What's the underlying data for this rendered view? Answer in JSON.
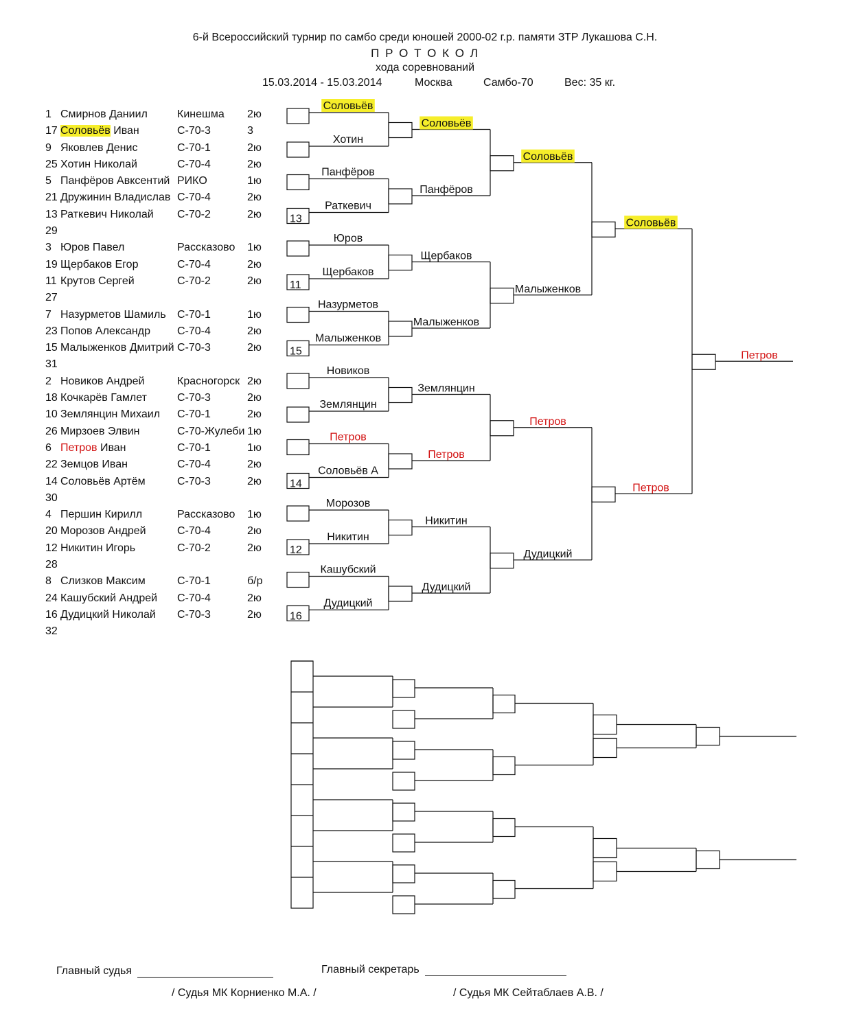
{
  "header": {
    "tournament": "6-й Всероссийский турнир по самбо среди юношей 2000-02 г.р. памяти ЗТР Лукашова С.Н.",
    "protocol": "П Р О Т О К О Л",
    "subtitle": "хода соревнований",
    "dates": "15.03.2014 - 15.03.2014",
    "city": "Москва",
    "club": "Самбо-70",
    "weight": "Вес: 35 кг."
  },
  "participants": [
    {
      "num": "1",
      "name": "Смирнов Даниил",
      "club": "Кинешма",
      "rank": "2ю"
    },
    {
      "num": "17",
      "name": "Соловьёв Иван",
      "name_hl": "Соловьёв",
      "name_rest": " Иван",
      "club": "С-70-3",
      "rank": "3"
    },
    {
      "num": "9",
      "name": "Яковлев Денис",
      "club": "С-70-1",
      "rank": "2ю"
    },
    {
      "num": "25",
      "name": "Хотин Николай",
      "club": "С-70-4",
      "rank": "2ю"
    },
    {
      "num": "5",
      "name": "Панфёров Авксентий",
      "club": "РИКО",
      "rank": "1ю"
    },
    {
      "num": "21",
      "name": "Дружинин Владислав",
      "club": "С-70-4",
      "rank": "2ю"
    },
    {
      "num": "13",
      "name": "Раткевич Николай",
      "club": "С-70-2",
      "rank": "2ю"
    },
    {
      "num": "29",
      "name": "",
      "club": "",
      "rank": ""
    },
    {
      "num": "3",
      "name": "Юров Павел",
      "club": "Рассказово",
      "rank": "1ю"
    },
    {
      "num": "19",
      "name": "Щербаков Егор",
      "club": "С-70-4",
      "rank": "2ю"
    },
    {
      "num": "11",
      "name": "Крутов Сергей",
      "club": "С-70-2",
      "rank": "2ю"
    },
    {
      "num": "27",
      "name": "",
      "club": "",
      "rank": ""
    },
    {
      "num": "7",
      "name": "Назурметов Шамиль",
      "club": "С-70-1",
      "rank": "1ю"
    },
    {
      "num": "23",
      "name": "Попов Александр",
      "club": "С-70-4",
      "rank": "2ю"
    },
    {
      "num": "15",
      "name": "Малыженков Дмитрий",
      "club": "С-70-3",
      "rank": "2ю"
    },
    {
      "num": "31",
      "name": "",
      "club": "",
      "rank": ""
    },
    {
      "num": "2",
      "name": "Новиков Андрей",
      "club": "Красногорск",
      "rank": "2ю"
    },
    {
      "num": "18",
      "name": "Кочкарёв Гамлет",
      "club": "С-70-3",
      "rank": "2ю"
    },
    {
      "num": "10",
      "name": "Землянцин Михаил",
      "club": "С-70-1",
      "rank": "2ю"
    },
    {
      "num": "26",
      "name": "Мирзоев Элвин",
      "club": "С-70-Жулеби",
      "rank": "1ю"
    },
    {
      "num": "6",
      "name": "Петров Иван",
      "name_red": "Петров",
      "name_rest": " Иван",
      "club": "С-70-1",
      "rank": "1ю"
    },
    {
      "num": "22",
      "name": "Земцов Иван",
      "club": "С-70-4",
      "rank": "2ю"
    },
    {
      "num": "14",
      "name": "Соловьёв Артём",
      "club": "С-70-3",
      "rank": "2ю"
    },
    {
      "num": "30",
      "name": "",
      "club": "",
      "rank": ""
    },
    {
      "num": "4",
      "name": "Першин Кирилл",
      "club": "Рассказово",
      "rank": "1ю"
    },
    {
      "num": "20",
      "name": "Морозов Андрей",
      "club": "С-70-4",
      "rank": "2ю"
    },
    {
      "num": "12",
      "name": "Никитин Игорь",
      "club": "С-70-2",
      "rank": "2ю"
    },
    {
      "num": "28",
      "name": "",
      "club": "",
      "rank": ""
    },
    {
      "num": "8",
      "name": "Слизков Максим",
      "club": "С-70-1",
      "rank": "б/р"
    },
    {
      "num": "24",
      "name": "Кашубский Андрей",
      "club": "С-70-4",
      "rank": "2ю"
    },
    {
      "num": "16",
      "name": "Дудицкий Николай",
      "club": "С-70-3",
      "rank": "2ю"
    },
    {
      "num": "32",
      "name": "",
      "club": "",
      "rank": ""
    }
  ],
  "bracket": {
    "round1": [
      {
        "top": "Соловьёв",
        "bottom": "Хотин",
        "top_hl": true
      },
      {
        "top": "Панфёров",
        "bottom": "Раткевич",
        "seed": "13"
      },
      {
        "top": "Юров",
        "bottom": "Щербаков",
        "seed": "11"
      },
      {
        "top": "Назурметов",
        "bottom": "Малыженков",
        "seed": "15"
      },
      {
        "top": "Новиков",
        "bottom": "Землянцин"
      },
      {
        "top": "Петров",
        "bottom": "Соловьёв А",
        "seed": "14",
        "top_red": true
      },
      {
        "top": "Морозов",
        "bottom": "Никитин",
        "seed": "12"
      },
      {
        "top": "Кашубский",
        "bottom": "Дудицкий",
        "seed": "16"
      }
    ],
    "round2": [
      {
        "name": "Соловьёв",
        "hl": true
      },
      {
        "name": "Панфёров"
      },
      {
        "name": "Щербаков"
      },
      {
        "name": "Малыженков"
      },
      {
        "name": "Землянцин"
      },
      {
        "name": "Петров",
        "red": true
      },
      {
        "name": "Никитин"
      },
      {
        "name": "Дудицкий"
      }
    ],
    "round3": [
      {
        "name": "Соловьёв",
        "hl": true
      },
      {
        "name": "Малыженков"
      },
      {
        "name": "Петров",
        "red": true
      },
      {
        "name": "Дудицкий"
      }
    ],
    "round4": [
      {
        "name": "Соловьёв",
        "hl": true
      },
      {
        "name": "Петров",
        "red": true
      }
    ],
    "final": {
      "name": "Петров",
      "red": true
    }
  },
  "signatures": {
    "chief_judge_label": "Главный судья",
    "chief_secretary_label": "Главный секретарь",
    "chief_judge_name": "/ Судья МК Корниенко М.А. /",
    "chief_secretary_name": "/ Судья МК Сейтаблаев А.В. /"
  },
  "colors": {
    "highlight": "#f6ee2a",
    "red_text": "#d21010",
    "ink": "#111111"
  }
}
